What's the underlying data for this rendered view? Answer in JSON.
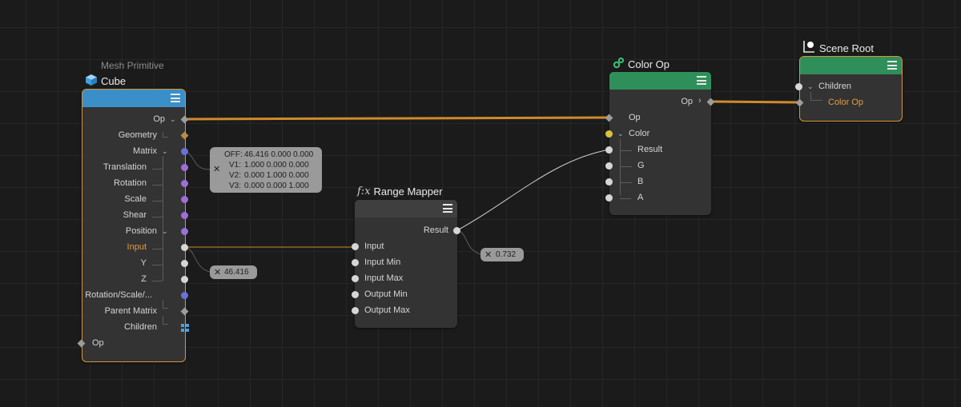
{
  "nodes": {
    "cube": {
      "subtitle": "Mesh Primitive",
      "title": "Cube",
      "ports_left": [
        "Op",
        "Geometry",
        "Matrix",
        "Translation",
        "Rotation",
        "Scale",
        "Shear",
        "Position",
        "Input",
        "Y",
        "Z",
        "Rotation/Scale/...",
        "Parent Matrix",
        "Children"
      ],
      "bottom_port": "Op"
    },
    "range_mapper": {
      "title": "Range Mapper",
      "output": "Result",
      "inputs": [
        "Input",
        "Input Min",
        "Input Max",
        "Output Min",
        "Output Max"
      ]
    },
    "color_op": {
      "title": "Color Op",
      "output": "Op",
      "inputs": [
        "Op",
        "Color",
        "Result",
        "G",
        "B",
        "A"
      ]
    },
    "scene_root": {
      "title": "Scene Root",
      "inputs": [
        "Children",
        "Color Op"
      ]
    }
  },
  "tooltips": {
    "matrix": {
      "rows": [
        {
          "key": "OFF:",
          "val": "46.416 0.000 0.000"
        },
        {
          "key": "V1:",
          "val": "1.000 0.000 0.000"
        },
        {
          "key": "V2:",
          "val": "0.000 1.000 0.000"
        },
        {
          "key": "V3:",
          "val": "0.000 0.000 1.000"
        }
      ]
    },
    "input_value": "46.416",
    "result_value": "0.732"
  },
  "colors": {
    "background": "#1b1b1b",
    "grid": "#262626",
    "node_body": "#333333",
    "cube_header": "#3a8fc9",
    "function_header": "#3f3f3f",
    "op_header": "#2f8f5a",
    "selection_outline": "#d89536",
    "op_wire": "#d08a2a",
    "value_wire": "#d0d0d0"
  },
  "icons": {
    "cube": "cube-icon",
    "range_mapper": "function-fx-icon",
    "color_op": "gears-icon",
    "scene_root": "scene-root-icon",
    "menu": "hamburger-menu-icon"
  }
}
